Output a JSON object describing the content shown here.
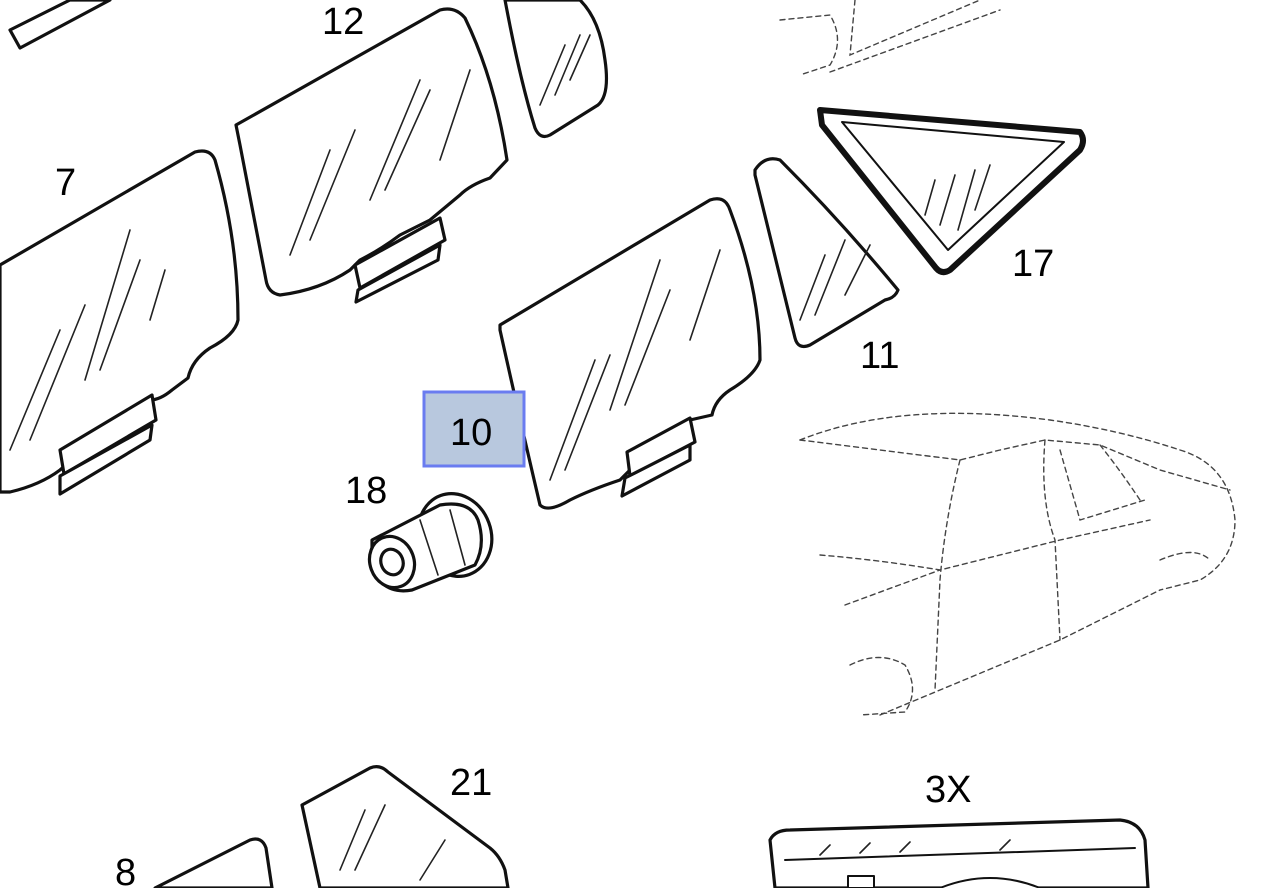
{
  "labels": {
    "part_12": "12",
    "part_7": "7",
    "part_17": "17",
    "part_11": "11",
    "part_10": "10",
    "part_18": "18",
    "part_21": "21",
    "part_8": "8",
    "part_3x": "3X"
  },
  "selected_part": "10",
  "colors": {
    "highlight_fill": "#b8c8de",
    "highlight_border": "#6a7cf0",
    "line": "#111111",
    "background": "#ffffff"
  }
}
